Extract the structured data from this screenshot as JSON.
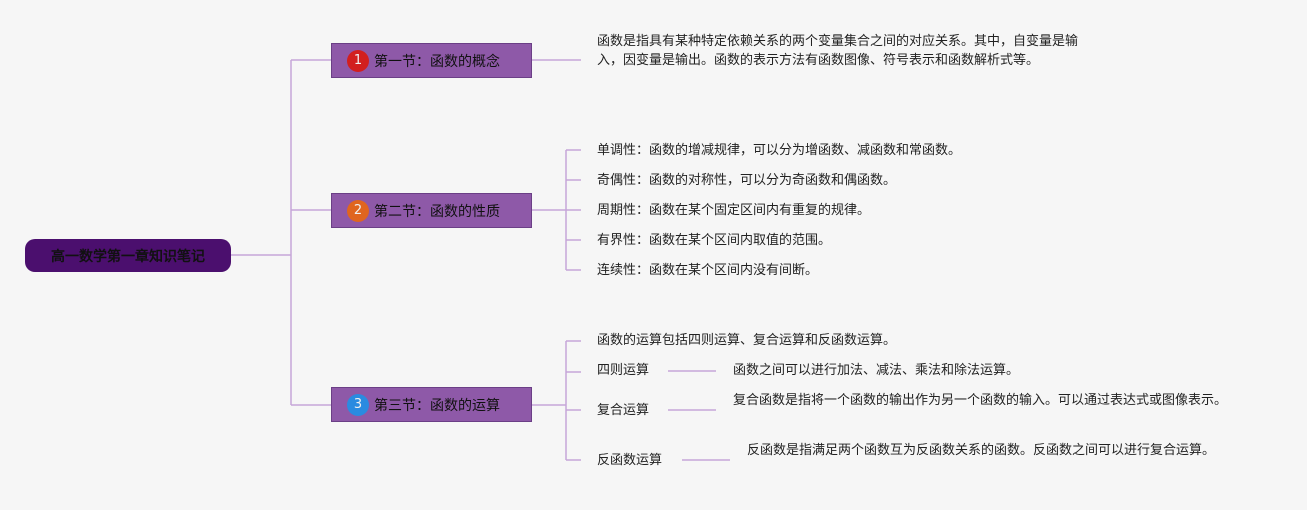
{
  "root": {
    "label": "高一数学第一章知识笔记"
  },
  "sections": [
    {
      "badge": "1",
      "badge_color": "#d21f1f",
      "title": "第一节：函数的概念",
      "description": "函数是指具有某种特定依赖关系的两个变量集合之间的对应关系。其中，自变量是输入，因变量是输出。函数的表示方法有函数图像、符号表示和函数解析式等。"
    },
    {
      "badge": "2",
      "badge_color": "#e0651f",
      "title": "第二节：函数的性质",
      "items": [
        "单调性：函数的增减规律，可以分为增函数、减函数和常函数。",
        "奇偶性：函数的对称性，可以分为奇函数和偶函数。",
        "周期性：函数在某个固定区间内有重复的规律。",
        "有界性：函数在某个区间内取值的范围。",
        "连续性：函数在某个区间内没有间断。"
      ]
    },
    {
      "badge": "3",
      "badge_color": "#2a8be0",
      "title": "第三节：函数的运算",
      "intro": "函数的运算包括四则运算、复合运算和反函数运算。",
      "subtopics": [
        {
          "name": "四则运算",
          "detail": "函数之间可以进行加法、减法、乘法和除法运算。"
        },
        {
          "name": "复合运算",
          "detail": "复合函数是指将一个函数的输出作为另一个函数的输入。可以通过表达式或图像表示。"
        },
        {
          "name": "反函数运算",
          "detail": "反函数是指满足两个函数互为反函数关系的函数。反函数之间可以进行复合运算。"
        }
      ]
    }
  ]
}
